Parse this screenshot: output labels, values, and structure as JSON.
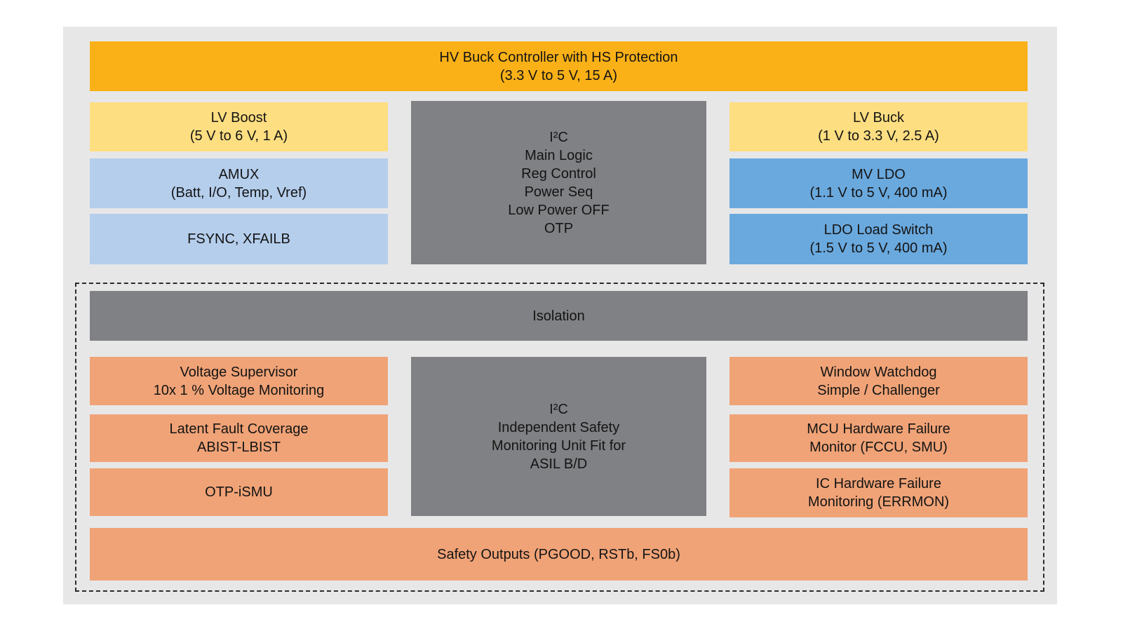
{
  "palette": {
    "amber": "#FAB117",
    "yellow": "#FDDE81",
    "light_blue": "#B5CEEC",
    "blue": "#6AA9DE",
    "gray": "#808184",
    "salmon": "#F0A377",
    "panel_bg": "#E7E7E8",
    "text": "#141414",
    "outline": "#2B2B2B"
  },
  "power_domain": {
    "hv_buck_controller": "HV Buck Controller with HS Protection\n(3.3 V to 5 V, 15 A)",
    "lv_boost": "LV Boost\n(5 V to 6 V, 1 A)",
    "amux": "AMUX\n(Batt, I/O, Temp, Vref)",
    "fsync_xfailb": "FSYNC, XFAILB",
    "main_logic": "I²C\nMain Logic\nReg Control\nPower Seq\nLow Power OFF\nOTP",
    "lv_buck": "LV Buck\n(1 V to 3.3 V, 2.5 A)",
    "mv_ldo": "MV LDO\n(1.1 V to 5 V, 400 mA)",
    "ldo_load_switch": "LDO Load Switch\n(1.5 V to 5 V, 400 mA)"
  },
  "safety_domain": {
    "isolation": "Isolation",
    "voltage_supervisor": "Voltage Supervisor\n10x 1 % Voltage Monitoring",
    "latent_fault_coverage": "Latent Fault Coverage\nABIST-LBIST",
    "otp_ismu": "OTP-iSMU",
    "independent_safety_unit": "I²C\nIndependent Safety\nMonitoring Unit Fit for\nASIL B/D",
    "window_watchdog": "Window Watchdog\nSimple / Challenger",
    "mcu_hw_failure_monitor": "MCU Hardware Failure\nMonitor (FCCU, SMU)",
    "ic_hw_failure_monitoring": "IC Hardware Failure\nMonitoring (ERRMON)",
    "safety_outputs": "Safety Outputs (PGOOD, RSTb, FS0b)"
  }
}
